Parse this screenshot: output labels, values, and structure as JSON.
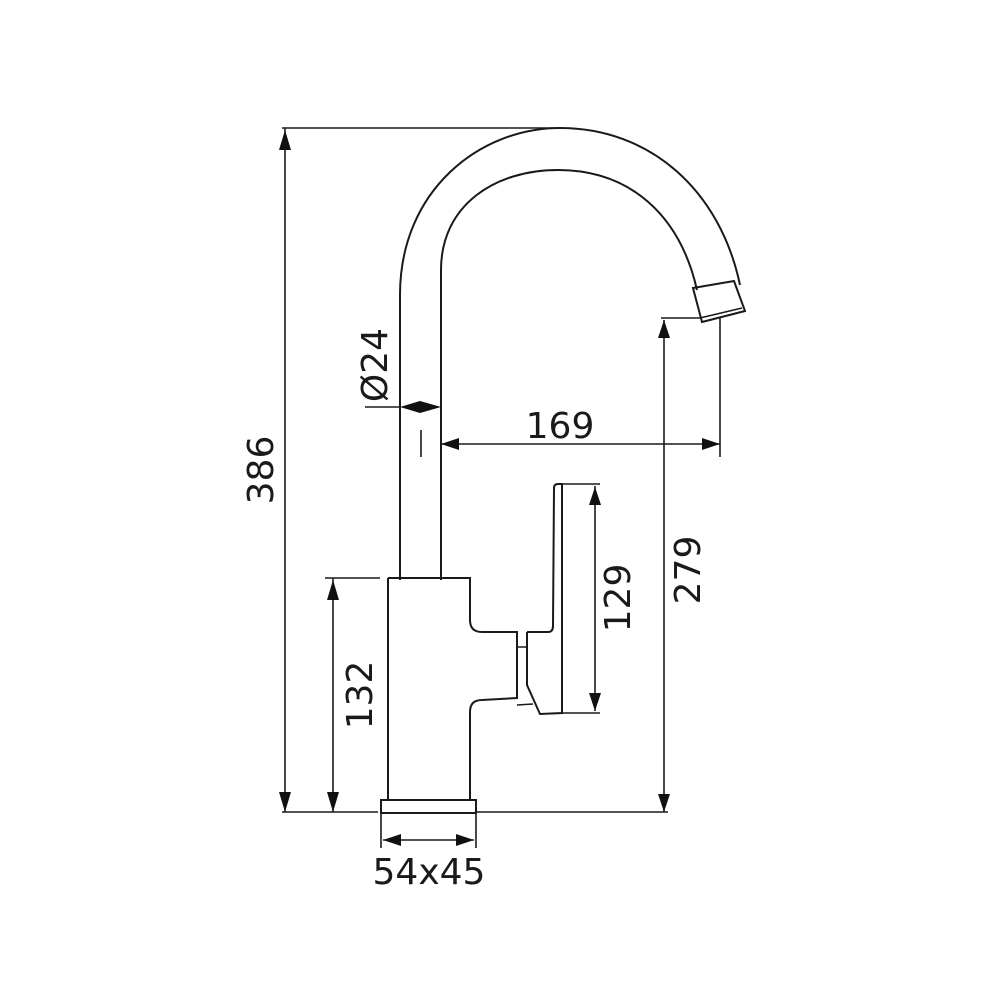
{
  "drawing": {
    "subject": "faucet side elevation",
    "line_color": "#1a1a1a",
    "background": "#ffffff"
  },
  "dimensions": {
    "total_height": "386",
    "spout_outlet_height": "279",
    "body_height": "132",
    "handle_height": "129",
    "spout_reach": "169",
    "spout_diameter": "Ø24",
    "base_size": "54x45"
  }
}
